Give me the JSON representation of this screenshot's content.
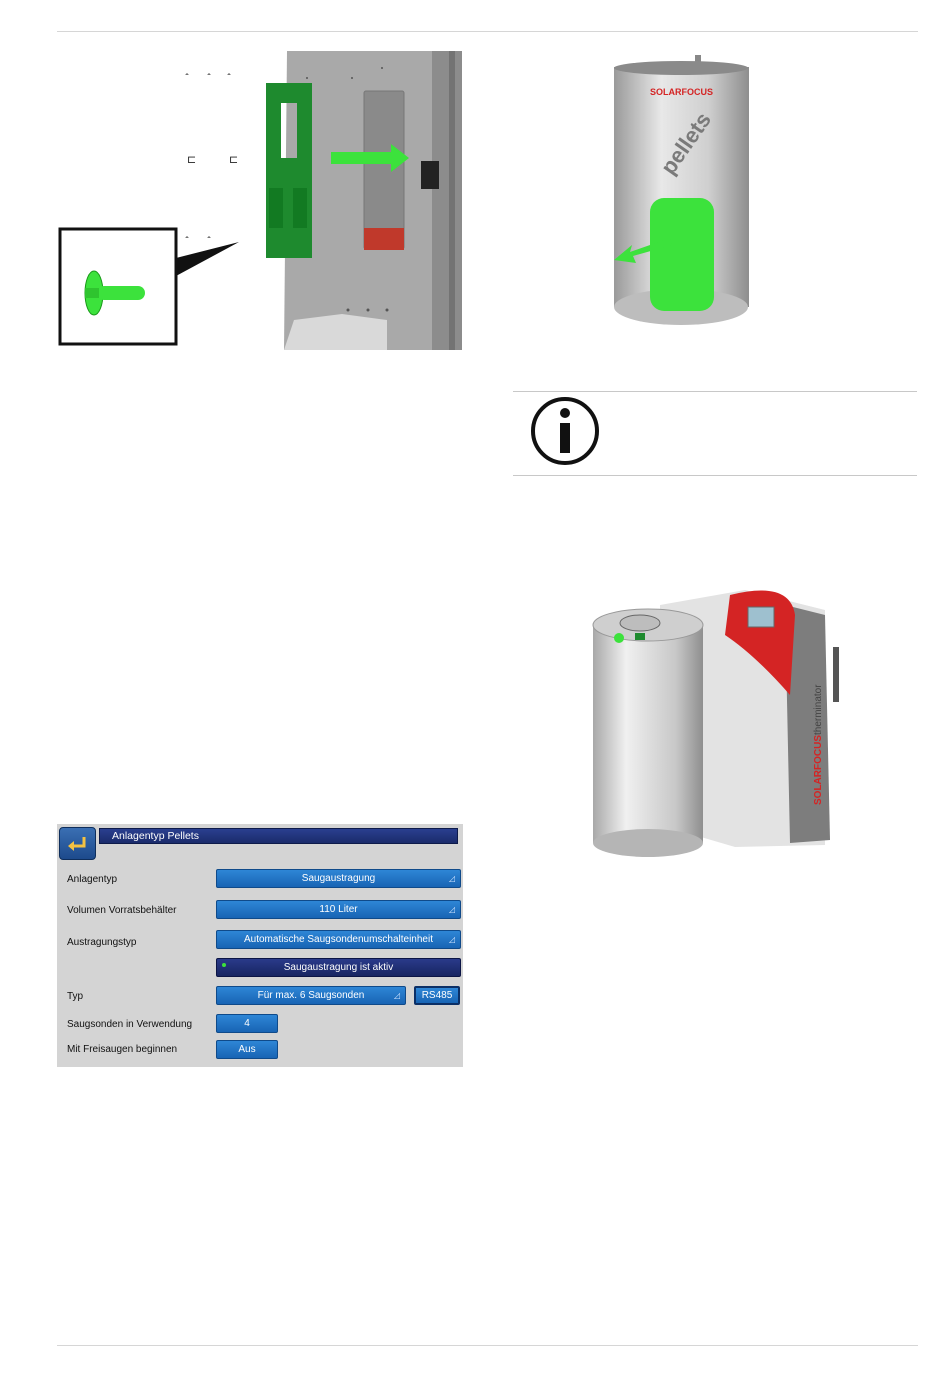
{
  "panel": {
    "title": "Anlagentyp Pellets",
    "rows": [
      {
        "label": "Anlagentyp",
        "value": "Saugaustragung"
      },
      {
        "label": "Volumen Vorratsbehälter",
        "value": "110 Liter"
      },
      {
        "label": "Austragungstyp",
        "value": "Automatische Saugsondenumschalteinheit"
      },
      {
        "label": "",
        "value": "Saugaustragung ist aktiv"
      },
      {
        "label": "Typ",
        "value": "Für max. 6 Saugsonden",
        "extra": "RS485"
      },
      {
        "label": "Saugsonden in Verwendung",
        "value": "4"
      },
      {
        "label": "Mit Freisaugen beginnen",
        "value": "Aus"
      }
    ],
    "dropdown_marker": "◿"
  },
  "tank": {
    "brand": "SOLARFOCUS",
    "label": "pellets"
  },
  "boiler": {
    "brand": "SOLARFOCUS",
    "model": "therminator"
  },
  "colors": {
    "accent_green": "#3ce23c",
    "brand_red": "#d42424",
    "panel_blue": "#1864b4"
  }
}
